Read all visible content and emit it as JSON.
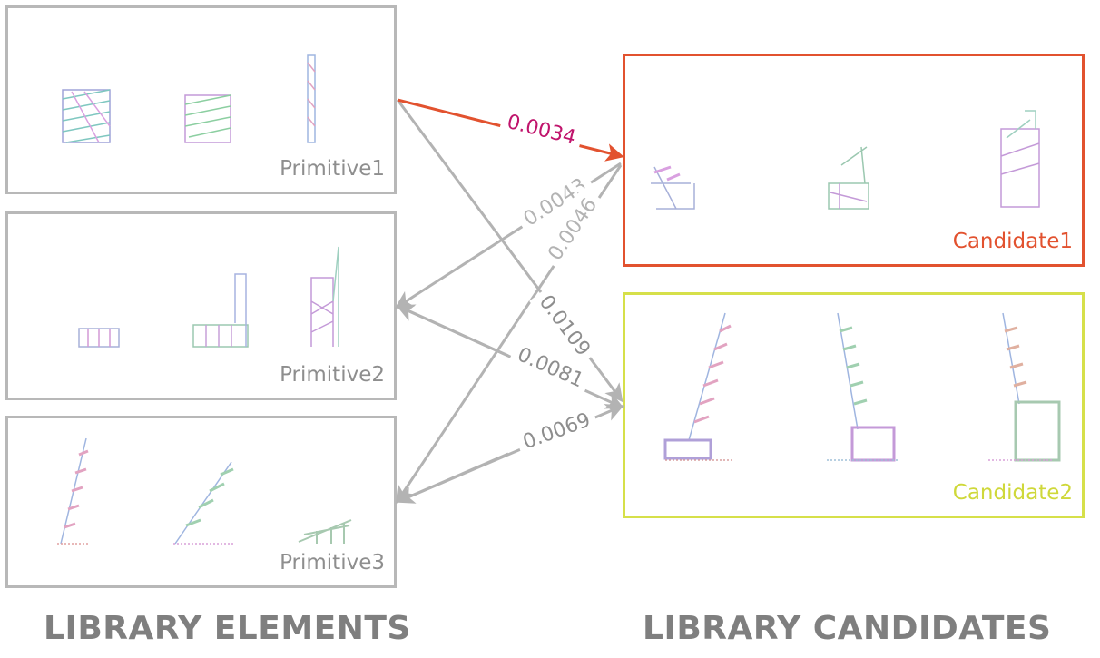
{
  "library_elements": {
    "heading": "LIBRARY ELEMENTS",
    "primitives": [
      {
        "label": "Primitive1"
      },
      {
        "label": "Primitive2"
      },
      {
        "label": "Primitive3"
      }
    ]
  },
  "library_candidates": {
    "heading": "LIBRARY CANDIDATES",
    "candidates": [
      {
        "label": "Candidate1",
        "color": "#e2522f"
      },
      {
        "label": "Candidate2",
        "color": "#d6e04a"
      }
    ]
  },
  "connections": [
    {
      "from": "Primitive1",
      "to": "Candidate1",
      "weight": "0.0034",
      "highlight": true,
      "color": "#c0146c"
    },
    {
      "from": "Candidate1",
      "to": "Primitive2",
      "weight": "0.0043"
    },
    {
      "from": "Candidate1",
      "to": "Primitive3",
      "weight": "0.0046"
    },
    {
      "from": "Primitive1",
      "to": "Candidate2",
      "weight": "0.0109"
    },
    {
      "from": "Primitive2",
      "to": "Candidate2",
      "weight": "0.0081"
    },
    {
      "from": "Primitive3",
      "to": "Candidate2",
      "weight": "0.0069"
    }
  ],
  "colors": {
    "arrow_gray": "#b3b3b3",
    "arrow_highlight": "#e2522f"
  }
}
